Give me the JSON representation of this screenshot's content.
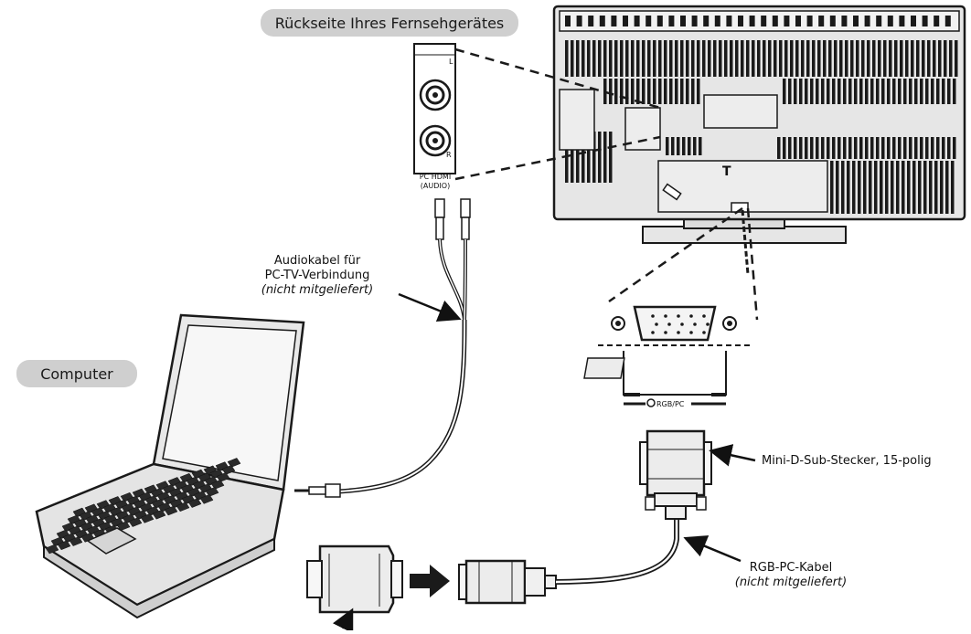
{
  "labels": {
    "tv_back": "Rückseite Ihres Fernsehgerätes",
    "computer": "Computer",
    "audio_cable_line1": "Audiokabel für",
    "audio_cable_line2": "PC-TV-Verbindung",
    "audio_cable_line3": "(nicht mitgeliefert)",
    "audio_jack_line1": "PC HDMI",
    "audio_jack_line2": "(AUDIO)",
    "audio_jack_r": "R",
    "audio_jack_l": "L",
    "dsub_plug": "Mini-D-Sub-Stecker, 15-polig",
    "rgb_cable_line1": "RGB-PC-Kabel",
    "rgb_cable_line2": "(nicht mitgeliefert)",
    "rgb_port": "RGB/PC"
  },
  "colors": {
    "pill_bg": "#cfcfcf",
    "line": "#1a1a1a",
    "fill_gray": "#e6e6e6"
  }
}
